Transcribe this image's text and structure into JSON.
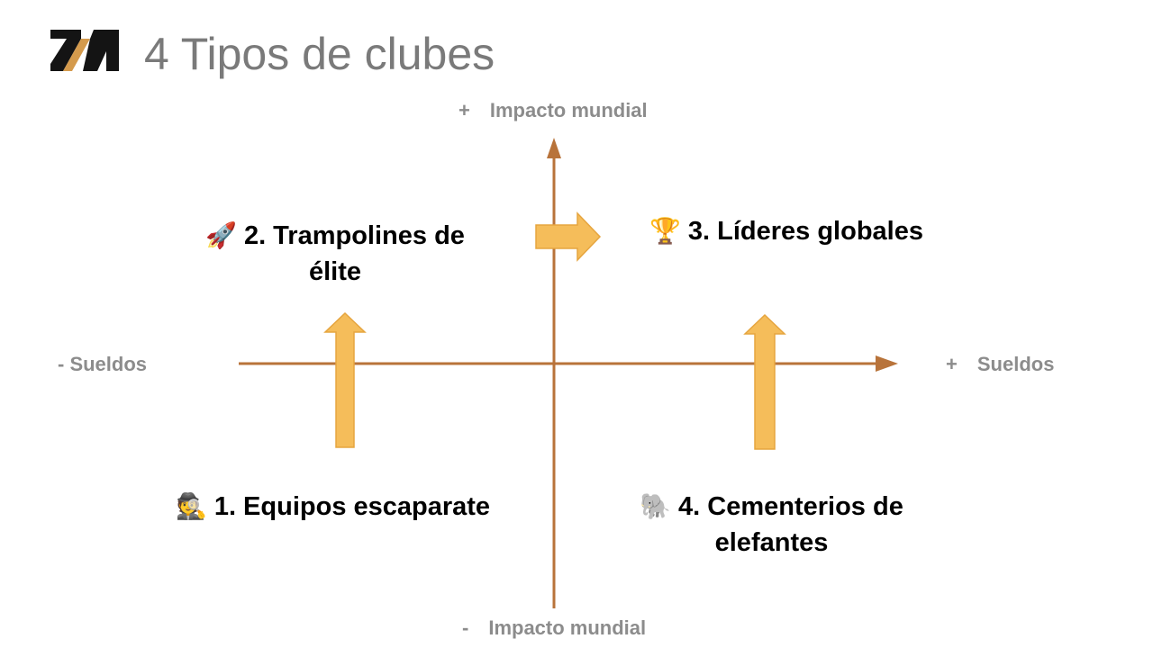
{
  "header": {
    "title": "4 Tipos de clubes"
  },
  "axes": {
    "top": {
      "sign": "+",
      "label": "Impacto mundial"
    },
    "bottom": {
      "sign": "-",
      "label": "Impacto mundial"
    },
    "left": {
      "text": "- Sueldos"
    },
    "right": {
      "sign": "+",
      "label": "Sueldos"
    }
  },
  "quadrants": [
    {
      "icon": "rocket-icon",
      "glyph": "🚀",
      "line1": "2. Trampolines de",
      "line2": "élite"
    },
    {
      "icon": "trophy-icon",
      "glyph": "🏆",
      "line1": "3. Líderes globales",
      "line2": ""
    },
    {
      "icon": "detective-icon",
      "glyph": "🕵",
      "line1": "1. Equipos escaparate",
      "line2": ""
    },
    {
      "icon": "elephant-icon",
      "glyph": "🐘",
      "line1": "4. Cementerios de",
      "line2": "elefantes"
    }
  ],
  "colors": {
    "axis": "#b8733a",
    "arrow_fill": "#f5bd5a",
    "arrow_stroke": "#e6a53f",
    "title": "#7a7a7a",
    "axis_label": "#8c8c8c",
    "logo_dark": "#141414",
    "logo_accent": "#d49a4c"
  }
}
